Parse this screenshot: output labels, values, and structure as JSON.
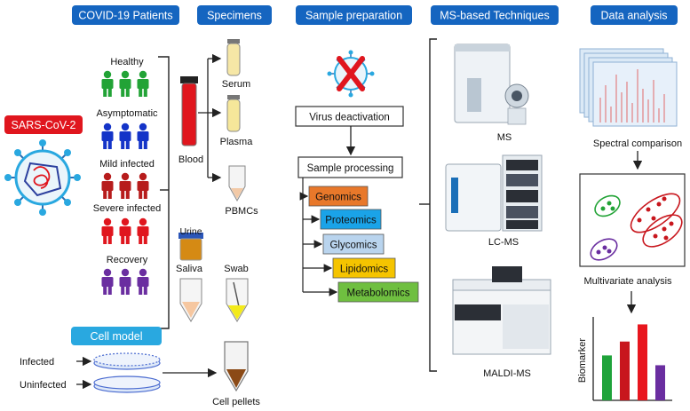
{
  "headers": {
    "patients": "COVID-19 Patients",
    "specimens": "Specimens",
    "sample_prep": "Sample preparation",
    "ms_techniques": "MS-based Techniques",
    "data_analysis": "Data analysis"
  },
  "virus_label": "SARS-CoV-2",
  "patient_groups": [
    {
      "label": "Healthy",
      "color": "#22a336"
    },
    {
      "label": "Asymptomatic",
      "color": "#1434c8"
    },
    {
      "label": "Mild infected",
      "color": "#b71c1c"
    },
    {
      "label": "Severe infected",
      "color": "#e0161e"
    },
    {
      "label": "Recovery",
      "color": "#6a2ea0"
    }
  ],
  "cell_model": {
    "title": "Cell model",
    "infected": "Infected",
    "uninfected": "Uninfected",
    "pellets": "Cell pellets"
  },
  "specimens": {
    "blood": "Blood",
    "serum": "Serum",
    "plasma": "Plasma",
    "pbmcs": "PBMCs",
    "urine": "Urine",
    "saliva": "Saliva",
    "swab": "Swab"
  },
  "sample_prep": {
    "virus_deactivation": "Virus deactivation",
    "sample_processing": "Sample processing",
    "omics": [
      {
        "label": "Genomics",
        "color": "#e8782a"
      },
      {
        "label": "Proteomics",
        "color": "#1aa3e8"
      },
      {
        "label": "Glycomics",
        "color": "#b9d4ee"
      },
      {
        "label": "Lipidomics",
        "color": "#f5c400"
      },
      {
        "label": "Metabolomics",
        "color": "#6fbf40"
      }
    ]
  },
  "ms": {
    "ms": "MS",
    "lcms": "LC-MS",
    "maldi": "MALDI-MS"
  },
  "analysis": {
    "spectral": "Spectral comparison",
    "multivariate": "Multivariate analysis",
    "biomarker": "Biomarker",
    "bars": [
      {
        "value": 0.55,
        "color": "#1fa33a"
      },
      {
        "value": 0.72,
        "color": "#c8161d"
      },
      {
        "value": 0.93,
        "color": "#e8161e"
      },
      {
        "value": 0.43,
        "color": "#6a2ea0"
      }
    ]
  }
}
